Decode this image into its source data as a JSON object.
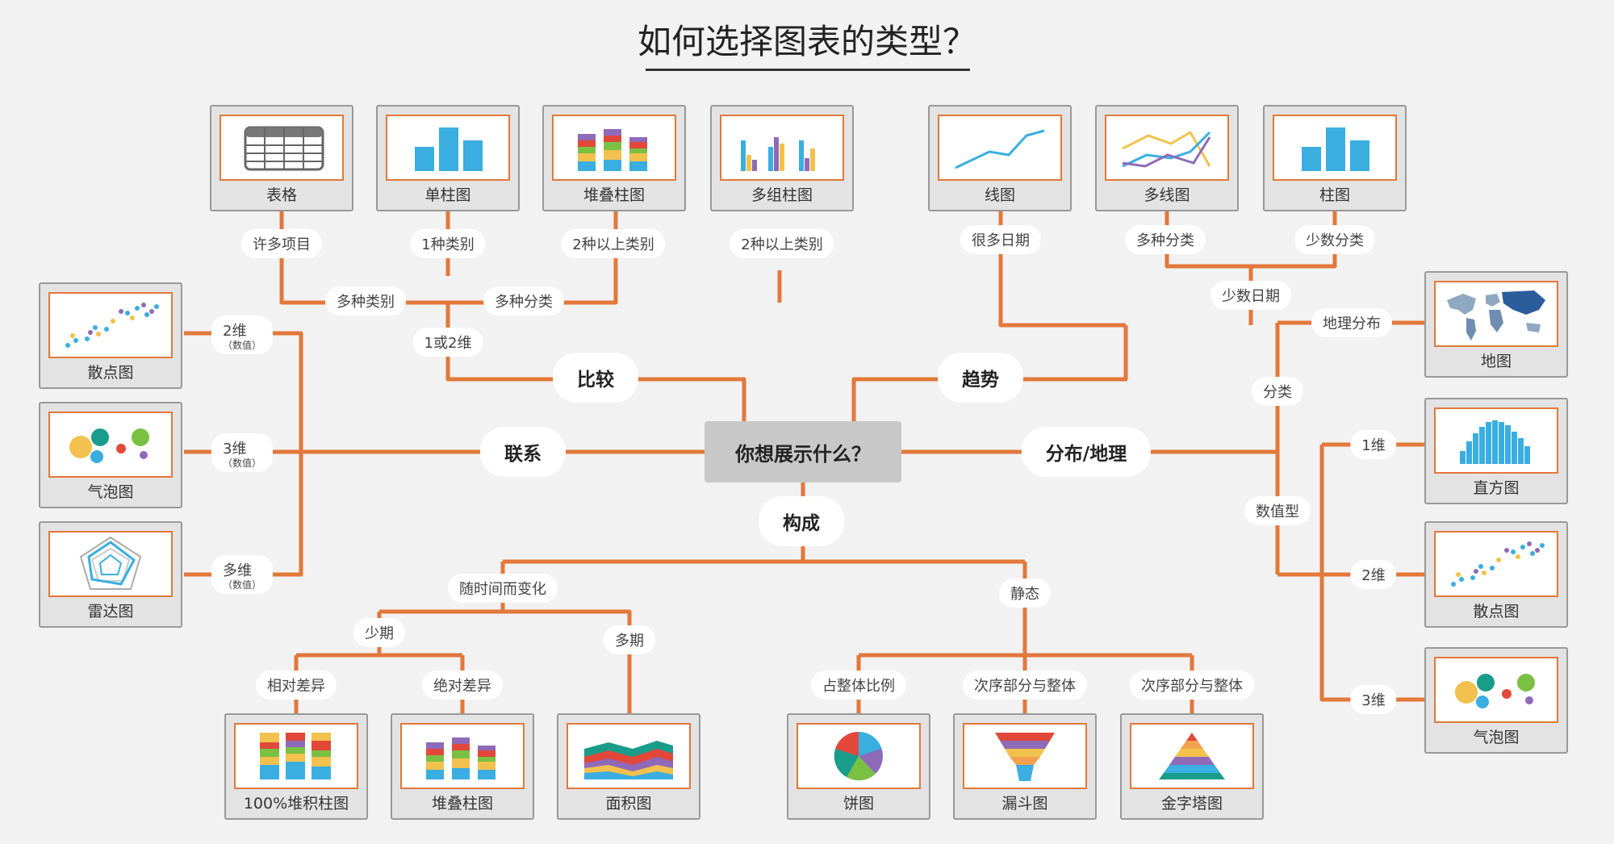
{
  "title": "如何选择图表的类型？",
  "center": "你想展示什么？",
  "colors": {
    "connector": "#e2783a",
    "frame": "#e2783a",
    "card_bg": "#e3e3e3",
    "center_bg": "#c8c8c8"
  },
  "branches": {
    "compare": "比较",
    "trend": "趋势",
    "relation": "联系",
    "distribution": "分布/地理",
    "composition": "构成"
  },
  "labels": {
    "many_items": "许多项目",
    "one_category": "1种类别",
    "two_plus_a": "2种以上类别",
    "two_plus_b": "2种以上类别",
    "multi_category": "多种类别",
    "multi_class": "多种分类",
    "one_or_two_dim": "1或2维",
    "many_dates": "很多日期",
    "many_class": "多种分类",
    "few_class": "少数分类",
    "few_dates": "少数日期",
    "geo_dist": "地理分布",
    "classify": "分类",
    "numeric": "数值型",
    "one_dim": "1维",
    "two_dim": "2维",
    "three_dim": "3维",
    "rel_2d": "2维",
    "rel_3d": "3维",
    "rel_multi": "多维",
    "value_note": "（数值）",
    "over_time": "随时间而变化",
    "static": "静态",
    "few_periods": "少期",
    "many_periods": "多期",
    "relative_diff": "相对差异",
    "absolute_diff": "绝对差异",
    "share_of_whole": "占整体比例",
    "order_part_whole_a": "次序部分与整体",
    "order_part_whole_b": "次序部分与整体"
  },
  "charts": {
    "table": "表格",
    "single_bar": "单柱图",
    "stacked_bar_top": "堆叠柱图",
    "grouped_bar": "多组柱图",
    "line": "线图",
    "multi_line": "多线图",
    "bar": "柱图",
    "scatter_left": "散点图",
    "bubble_left": "气泡图",
    "radar": "雷达图",
    "map": "地图",
    "histogram": "直方图",
    "scatter_right": "散点图",
    "bubble_right": "气泡图",
    "stacked_100": "100%堆积柱图",
    "stacked_bar_bottom": "堆叠柱图",
    "area": "面积图",
    "pie": "饼图",
    "funnel": "漏斗图",
    "pyramid": "金字塔图"
  }
}
